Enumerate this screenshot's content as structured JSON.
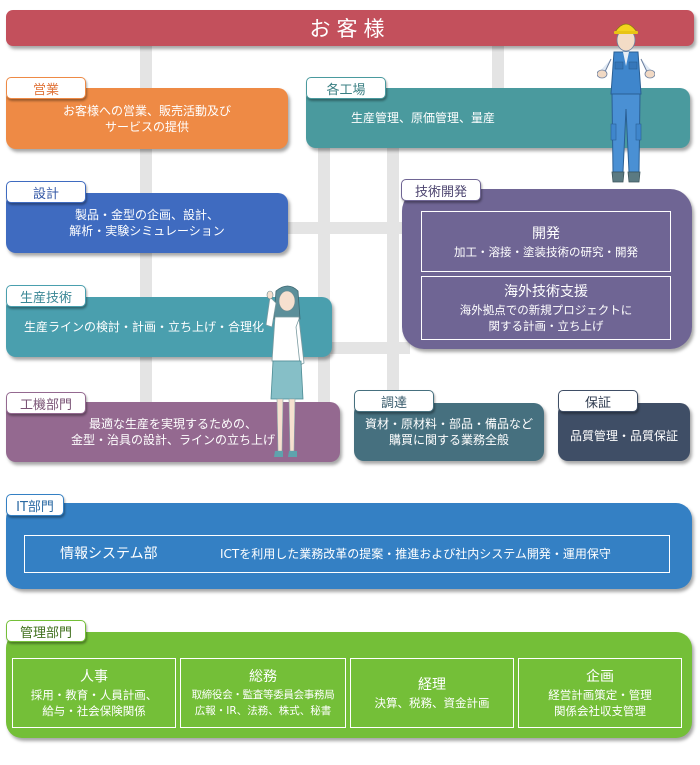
{
  "colors": {
    "customer": "#c3505c",
    "sales": "#ee8a45",
    "factory": "#4a9a9e",
    "design": "#3f6bc0",
    "rnd": "#6f6594",
    "prod_eng": "#4a9fae",
    "machinery": "#946990",
    "procurement": "#46707f",
    "quality": "#3f4e66",
    "it": "#3480c4",
    "admin": "#74bf38",
    "connector": "#e4e4e4"
  },
  "customer": {
    "title": "お客様"
  },
  "departments": {
    "sales": {
      "label": "営業",
      "lines": [
        "お客様への営業、販売活動及び",
        "サービスの提供"
      ]
    },
    "factory": {
      "label": "各工場",
      "lines": [
        "生産管理、原価管理、量産"
      ]
    },
    "design": {
      "label": "設計",
      "lines": [
        "製品・金型の企画、設計、",
        "解析・実験シミュレーション"
      ]
    },
    "rnd": {
      "label": "技術開発",
      "units": [
        {
          "name": "開発",
          "lines": [
            "加工・溶接・塗装技術の研究・開発"
          ]
        },
        {
          "name": "海外技術支援",
          "lines": [
            "海外拠点での新規プロジェクトに",
            "関する計画・立ち上げ"
          ]
        }
      ]
    },
    "prod_eng": {
      "label": "生産技術",
      "lines": [
        "生産ラインの検討・計画・立ち上げ・合理化"
      ]
    },
    "machinery": {
      "label": "工機部門",
      "lines": [
        "最適な生産を実現するための、",
        "金型・治具の設計、ラインの立ち上げ"
      ]
    },
    "procurement": {
      "label": "調達",
      "lines": [
        "資材・原材料・部品・備品など",
        "購買に関する業務全般"
      ]
    },
    "quality": {
      "label": "保証",
      "lines": [
        "品質管理・品質保証"
      ]
    },
    "it": {
      "label": "IT部門",
      "unit": {
        "name": "情報システム部",
        "desc": "ICTを利用した業務改革の提案・推進および社内システム開発・運用保守"
      }
    },
    "admin": {
      "label": "管理部門",
      "units": [
        {
          "name": "人事",
          "lines": [
            "採用・教育・人員計画、",
            "給与・社会保険関係"
          ]
        },
        {
          "name": "総務",
          "lines": [
            "取締役会・監査等委員会事務局",
            "広報・IR、法務、株式、秘書"
          ]
        },
        {
          "name": "経理",
          "lines": [
            "決算、税務、資金計画"
          ]
        },
        {
          "name": "企画",
          "lines": [
            "経営計画策定・管理",
            "関係会社収支管理"
          ]
        }
      ]
    }
  },
  "illustrations": {
    "worker": "factory-worker-illustration",
    "woman": "office-woman-illustration"
  }
}
